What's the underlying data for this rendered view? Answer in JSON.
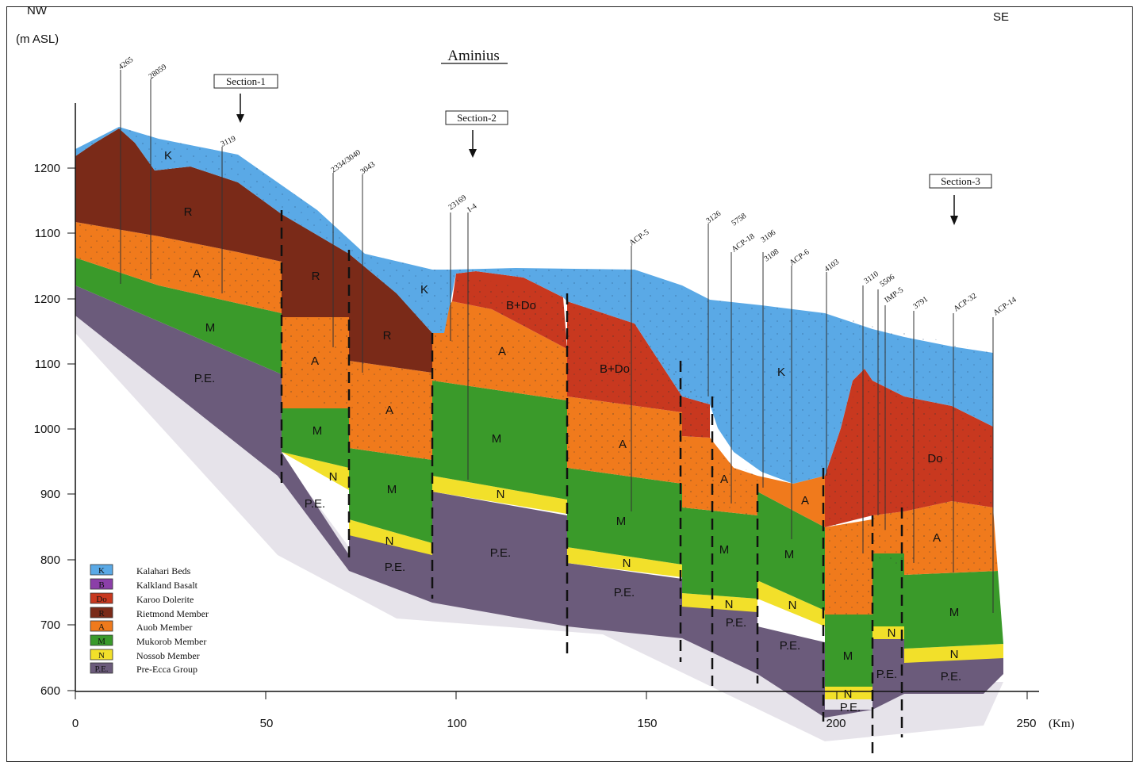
{
  "direction": {
    "left": "NW",
    "right": "SE"
  },
  "y_axis": {
    "unit": "(m ASL)",
    "ticks": [
      "1200",
      "1100",
      "1200",
      "1100",
      "1000",
      "900",
      "800",
      "700",
      "600"
    ]
  },
  "x_axis": {
    "ticks": [
      "0",
      "50",
      "100",
      "150",
      "200",
      "250"
    ],
    "unit": "(Km)"
  },
  "title": "Aminius",
  "sections": [
    "Section-1",
    "Section-2",
    "Section-3"
  ],
  "boreholes": [
    "4265",
    "28059",
    "3119",
    "2334/3040",
    "3043",
    "23169",
    "I-4",
    "ACP-5",
    "3126",
    "5758",
    "ACP-18",
    "3106",
    "3108",
    "ACP-6",
    "4103",
    "3110",
    "5506",
    "IMP-5",
    "3791",
    "ACP-32",
    "ACP-14"
  ],
  "unit_labels": {
    "K": "K",
    "R": "R",
    "A": "A",
    "M": "M",
    "N": "N",
    "PE": "P.E.",
    "BDo": "B+Do",
    "Do": "Do"
  },
  "legend": [
    {
      "code": "K",
      "label": "Kalahari Beds",
      "color": "#5aa9e6"
    },
    {
      "code": "B",
      "label": "Kalkland Basalt",
      "color": "#8b3fa8"
    },
    {
      "code": "Do",
      "label": "Karoo Dolerite",
      "color": "#c8381f"
    },
    {
      "code": "R",
      "label": "Rietmond Member",
      "color": "#7a2a18"
    },
    {
      "code": "A",
      "label": "Auob Member",
      "color": "#f07a1c"
    },
    {
      "code": "M",
      "label": "Mukorob Member",
      "color": "#3a9a2a"
    },
    {
      "code": "N",
      "label": "Nossob Member",
      "color": "#f2e02a"
    },
    {
      "code": "P.E.",
      "label": "Pre-Ecca Group",
      "color": "#6b5b7b"
    }
  ]
}
